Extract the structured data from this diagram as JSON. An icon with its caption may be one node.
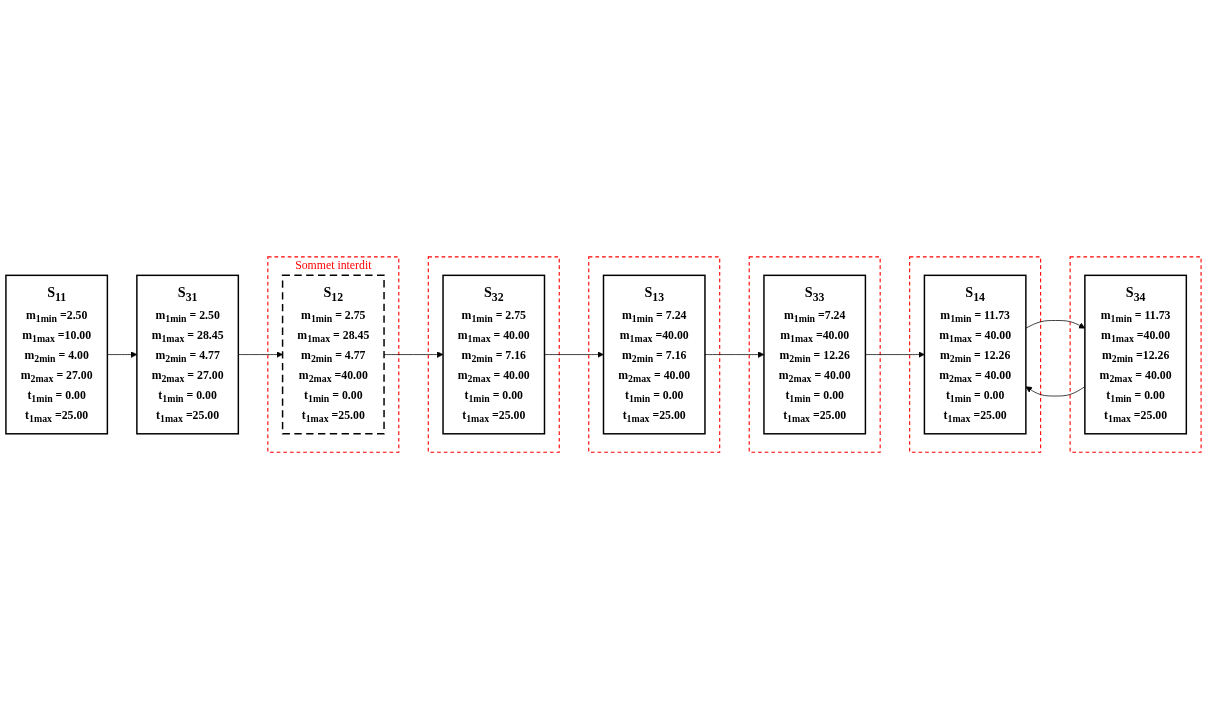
{
  "diagram": {
    "nodes": [
      {
        "text": [
          "S$_{11}$",
          "m$_{1min}$ =2.50",
          "m$_{1max}$ =10.00",
          "m$_{2min}$ = 4.00",
          "m$_{2max}$ = 27.00",
          "t$_{1min}$ = 0.00",
          "t$_{1max}$ =25.00"
        ]
      },
      {
        "text": [
          "S$_{31}$",
          "m$_{1min}$ = 2.50",
          "m$_{1max}$ = 28.45",
          "m$_{2min}$ = 4.77",
          "m$_{2max}$ = 27.00",
          "t$_{1min}$ = 0.00",
          "t$_{1max}$ =25.00"
        ]
      },
      {
        "text": [
          "Sommet interdit"
        ]
      },
      {
        "text": [
          "S$_{12}$",
          "m$_{1min}$ = 2.75",
          "m$_{1max}$ = 28.45",
          "m$_{2min}$ = 4.77",
          "m$_{2max}$ =40.00",
          "t$_{1min}$ = 0.00",
          "t$_{1max}$ =25.00"
        ],
        "in": 2
      },
      {
        "text": [],
        "shape": "box"
      },
      {
        "text": [
          "S$_{32}$",
          "m$_{1min}$ = 2.75",
          "m$_{1max}$ = 40.00",
          "m$_{2min}$ = 7.16",
          "m$_{2max}$ = 40.00",
          "t$_{1min}$ = 0.00",
          "t$_{1max}$ =25.00"
        ],
        "in": 4
      },
      {
        "text": [],
        "shape": "box"
      },
      {
        "text": [
          "S$_{34}$",
          "m$_{1min}$ = 11.73",
          "m$_{1max}$ =40.00",
          "m$_{2min}$ =12.26",
          "m$_{2max}$ = 40.00",
          "t$_{1min}$ = 0.00",
          "t$_{1max}$ =25.00"
        ],
        "in": 6
      },
      {
        "text": [],
        "shape": "box"
      },
      {
        "text": [
          "S$_{14}$",
          "m$_{1min}$ = 11.73",
          "m$_{1max}$ = 40.00",
          "m$_{2min}$ = 12.26",
          "m$_{2max}$ = 40.00",
          "t$_{1min}$ = 0.00",
          "t$_{1max}$ =25.00"
        ],
        "in": 8
      },
      {
        "text": [],
        "shape": "box"
      },
      {
        "text": [
          "S$_{33}$",
          "m$_{1min}$ =7.24",
          "m$_{1max}$ =40.00",
          "m$_{2min}$ = 12.26",
          "m$_{2max}$ = 40.00",
          "t$_{1min}$ = 0.00",
          "t$_{1max}$ =25.00"
        ],
        "in": 10
      },
      {
        "text": [],
        "shape": "box"
      },
      {
        "text": [
          "S$_{13}$",
          "m$_{1min}$ = 7.24",
          "m$_{1max}$ =40.00",
          "m$_{2min}$ = 7.16",
          "m$_{2max}$ = 40.00",
          "t$_{1min}$ = 0.00",
          "t$_{1max}$ =25.00"
        ],
        "in": 12
      }
    ],
    "edges": [
      {
        "from": 0,
        "to": 1,
        "arrow": "to"
      },
      {
        "from": 1,
        "to": 3,
        "arrow": "to"
      },
      {
        "from": 3,
        "to": 5,
        "arrow": "to"
      },
      {
        "from": 5,
        "to": 13,
        "arrow": "to"
      },
      {
        "from": 13,
        "to": 11,
        "arrow": "to"
      },
      {
        "from": 11,
        "to": 9,
        "arrow": "to"
      },
      {
        "from": 9,
        "to": 7,
        "arrow": "to"
      },
      {
        "from": 7,
        "to": 9,
        "arrow": "to"
      }
    ]
  }
}
